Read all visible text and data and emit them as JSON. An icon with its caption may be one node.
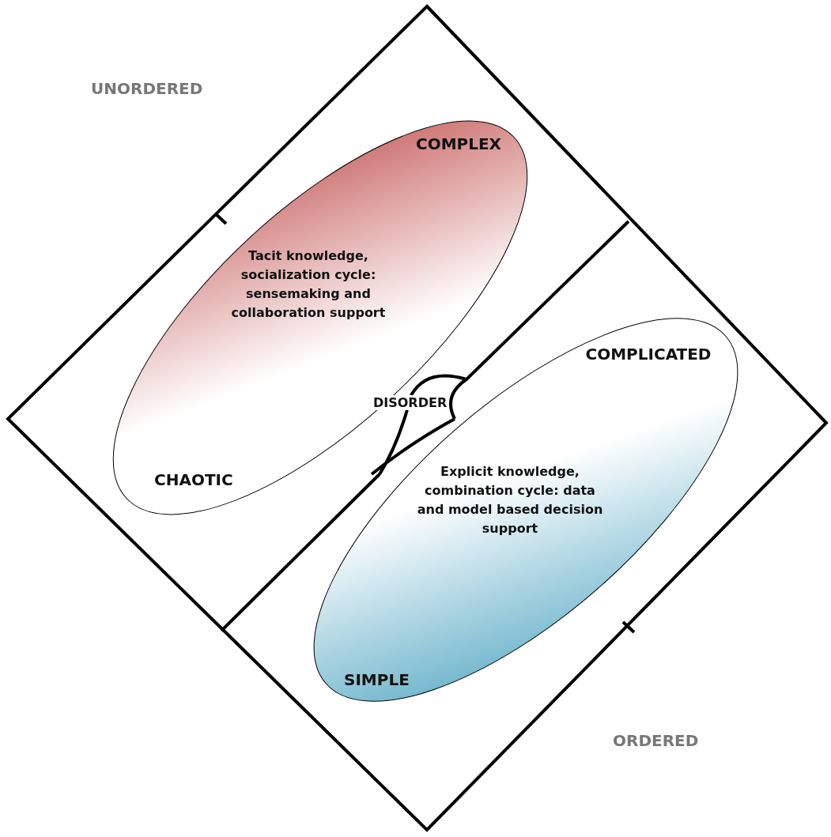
{
  "diagram": {
    "nodes": [
      {
        "text": [
          "COMPLEX",
          "Tacit knowledge, socialization cycle: sensemaking and collaboration support",
          "CHAOTIC"
        ]
      },
      {
        "text": [
          "COMPLICATED",
          "Explicit knowledge, combination cycle: data and model based decision support",
          "SIMPLE"
        ]
      }
    ],
    "labels": [
      "UNORDERED",
      "DISORDER",
      "ORDERED"
    ]
  }
}
